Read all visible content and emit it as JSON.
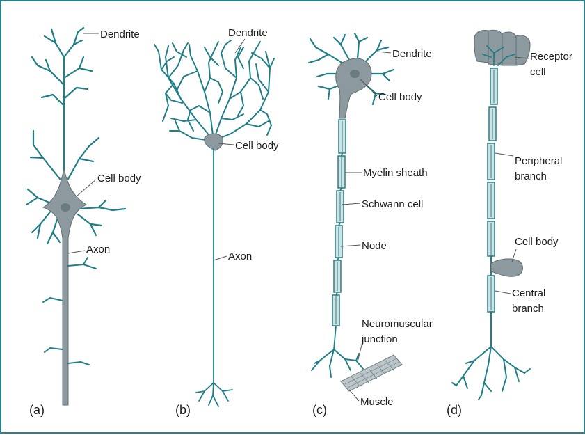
{
  "panels": [
    {
      "id": "a",
      "label": "(a)",
      "annotations": [
        "Dendrite",
        "Cell body",
        "Axon"
      ]
    },
    {
      "id": "b",
      "label": "(b)",
      "annotations": [
        "Dendrite",
        "Cell body",
        "Axon"
      ]
    },
    {
      "id": "c",
      "label": "(c)",
      "annotations": [
        "Dendrite",
        "Cell body",
        "Myelin sheath",
        "Schwann cell",
        "Node",
        "Neuromuscular",
        "junction",
        "Muscle"
      ]
    },
    {
      "id": "d",
      "label": "(d)",
      "annotations": [
        "Receptor",
        "cell",
        "Peripheral",
        "branch",
        "Cell body",
        "Central",
        "branch"
      ]
    }
  ],
  "colors": {
    "neuron": "#1e7f86",
    "cell_body": "#8c9aa0",
    "myelin": "#cfe3e6",
    "frame": "#2b7f86"
  }
}
